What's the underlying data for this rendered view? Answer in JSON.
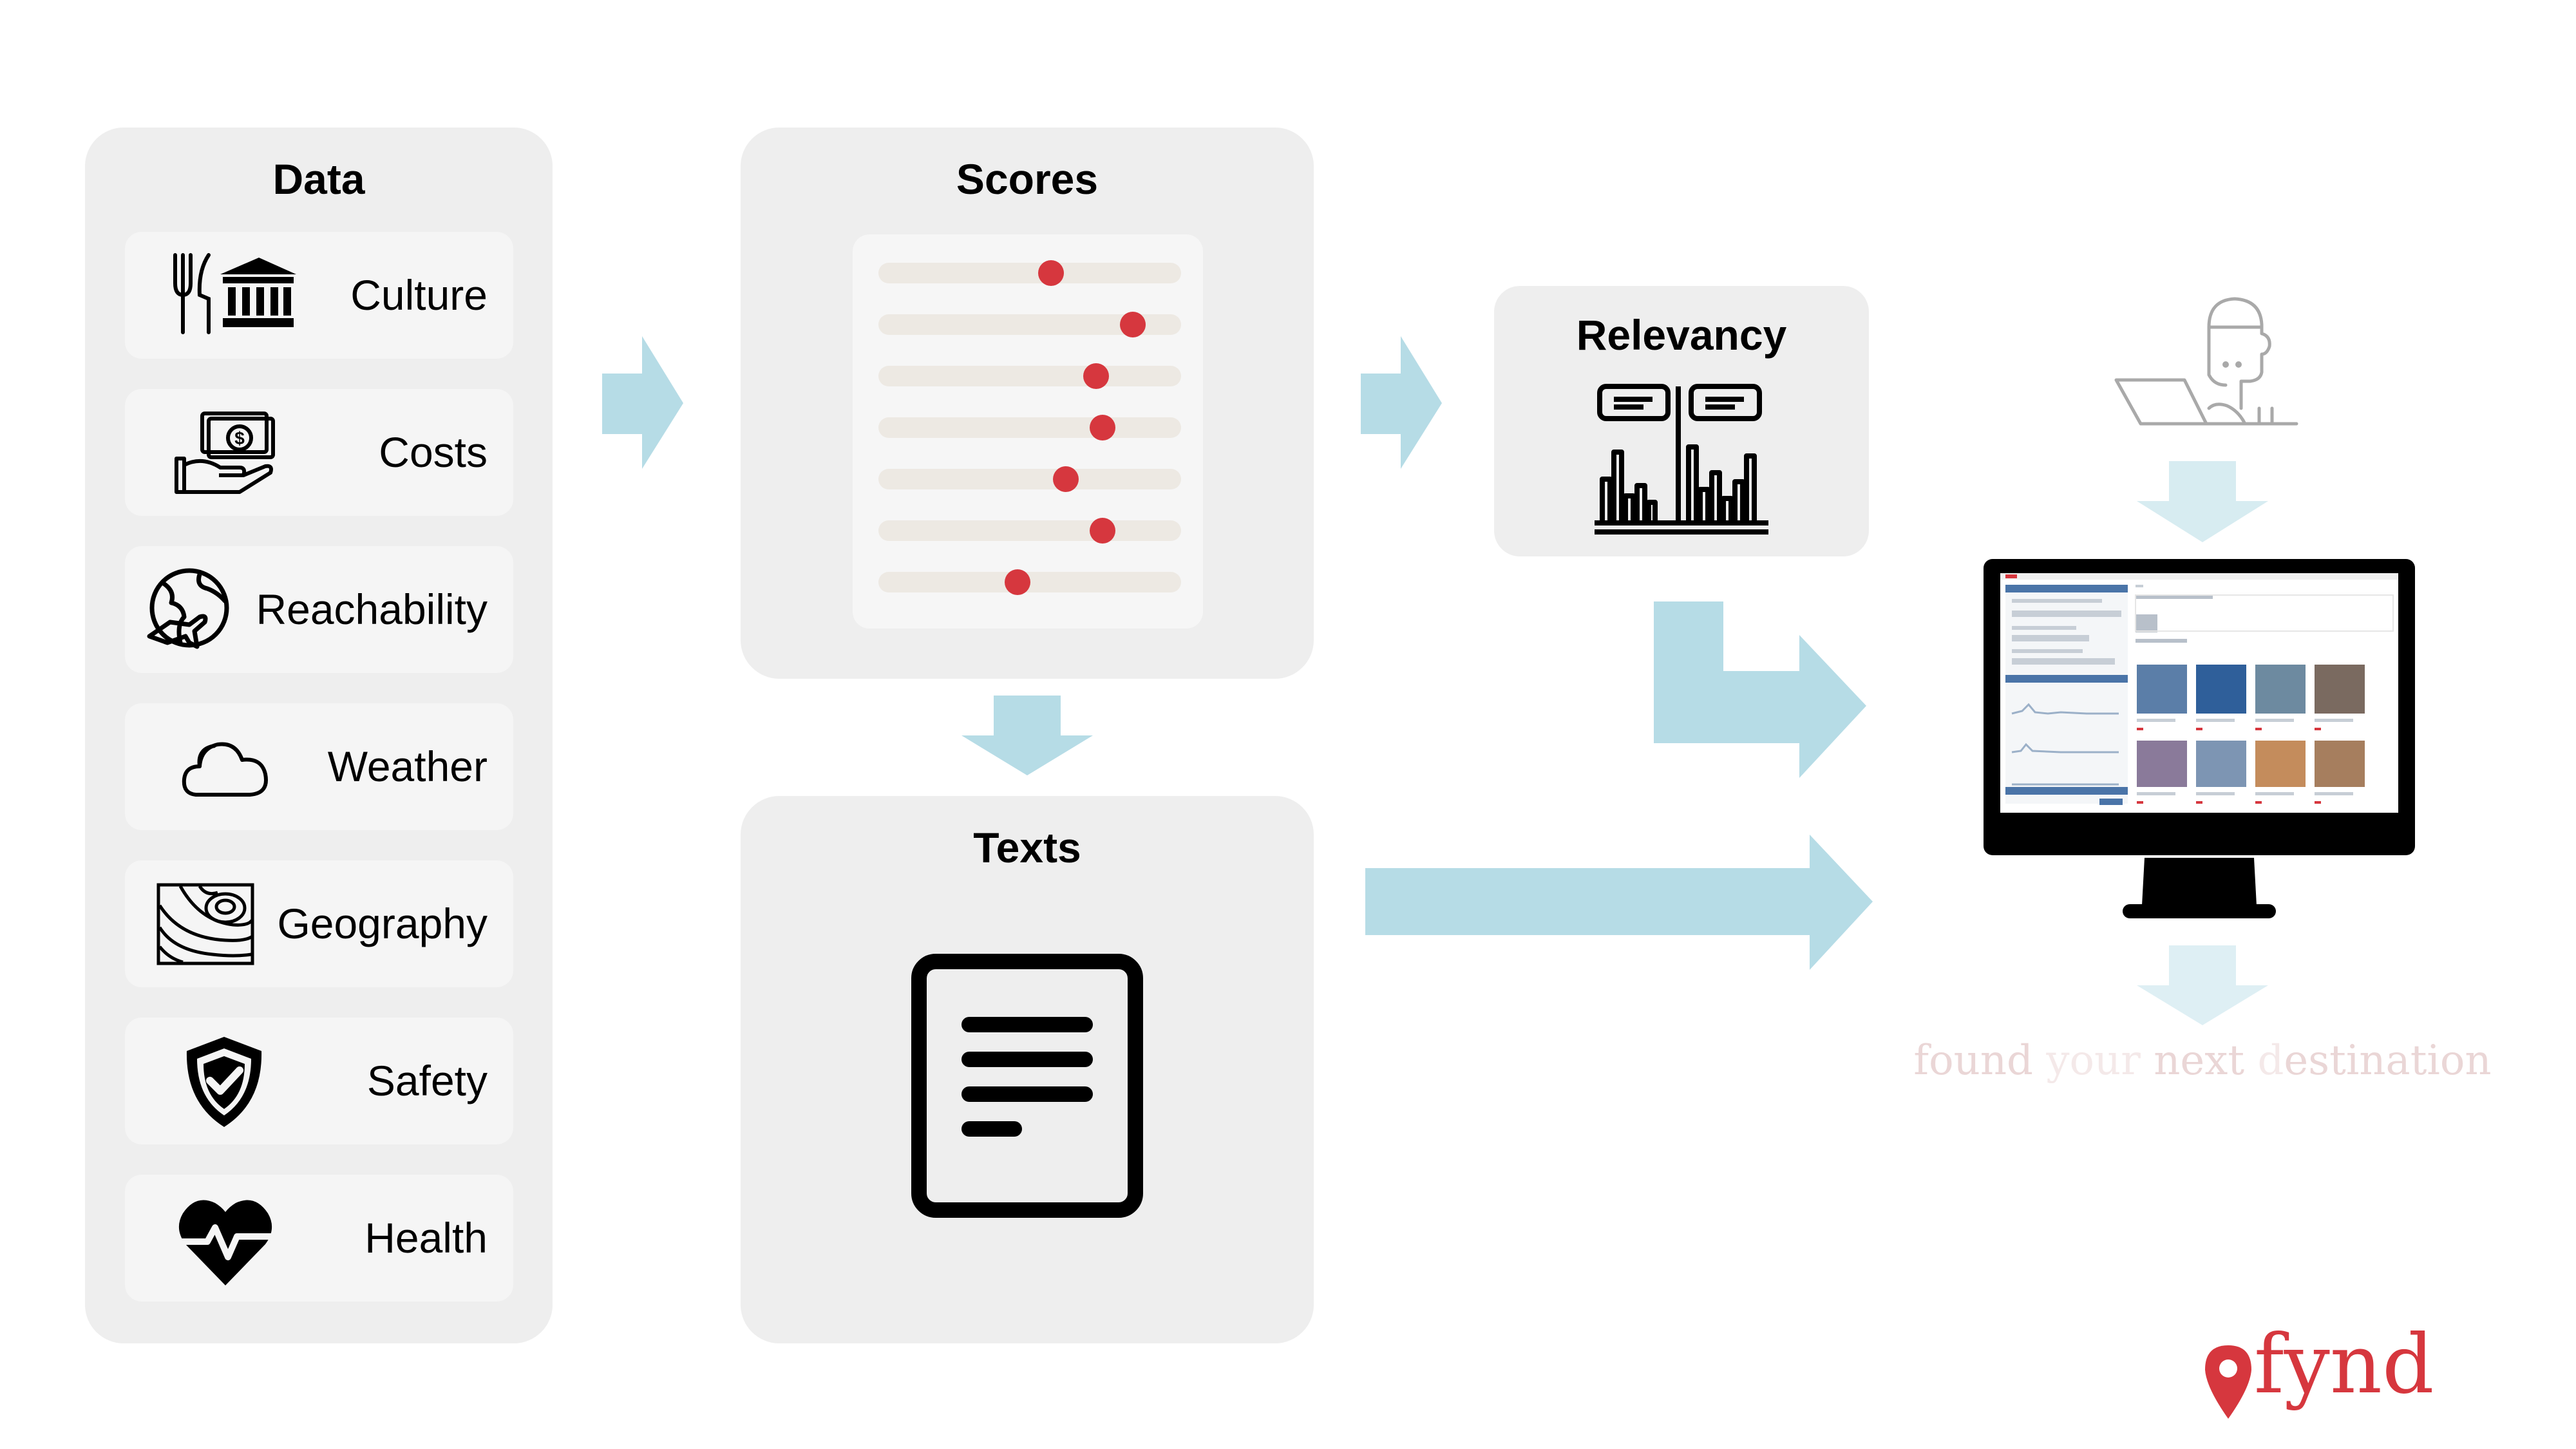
{
  "data_panel": {
    "title": "Data",
    "items": [
      {
        "label": "Culture",
        "icon": "culture-icon"
      },
      {
        "label": "Costs",
        "icon": "money-hand-icon"
      },
      {
        "label": "Reachability",
        "icon": "globe-plane-icon"
      },
      {
        "label": "Weather",
        "icon": "cloud-icon"
      },
      {
        "label": "Geography",
        "icon": "topography-icon"
      },
      {
        "label": "Safety",
        "icon": "shield-check-icon"
      },
      {
        "label": "Health",
        "icon": "heart-pulse-icon"
      }
    ]
  },
  "scores_panel": {
    "title": "Scores",
    "slider_levels": [
      0.57,
      0.84,
      0.72,
      0.74,
      0.62,
      0.74,
      0.46
    ]
  },
  "texts_panel": {
    "title": "Texts",
    "icon": "document-icon"
  },
  "relevancy_panel": {
    "title": "Relevancy",
    "icon": "bar-chart-icon"
  },
  "user_icon": "user-laptop-icon",
  "monitor_icon": "monitor-icon",
  "tagline": {
    "parts": [
      {
        "text": "found ",
        "light": false
      },
      {
        "text": "your ",
        "light": true
      },
      {
        "text": "next ",
        "light": false
      },
      {
        "text": "d",
        "light": true
      },
      {
        "text": "estination",
        "light": false
      }
    ]
  },
  "brand": {
    "name": "fynd",
    "color": "#d6373e"
  },
  "colors": {
    "arrow": "#b6dce6",
    "dot": "#d6373e",
    "panel": "#eeeeee"
  }
}
